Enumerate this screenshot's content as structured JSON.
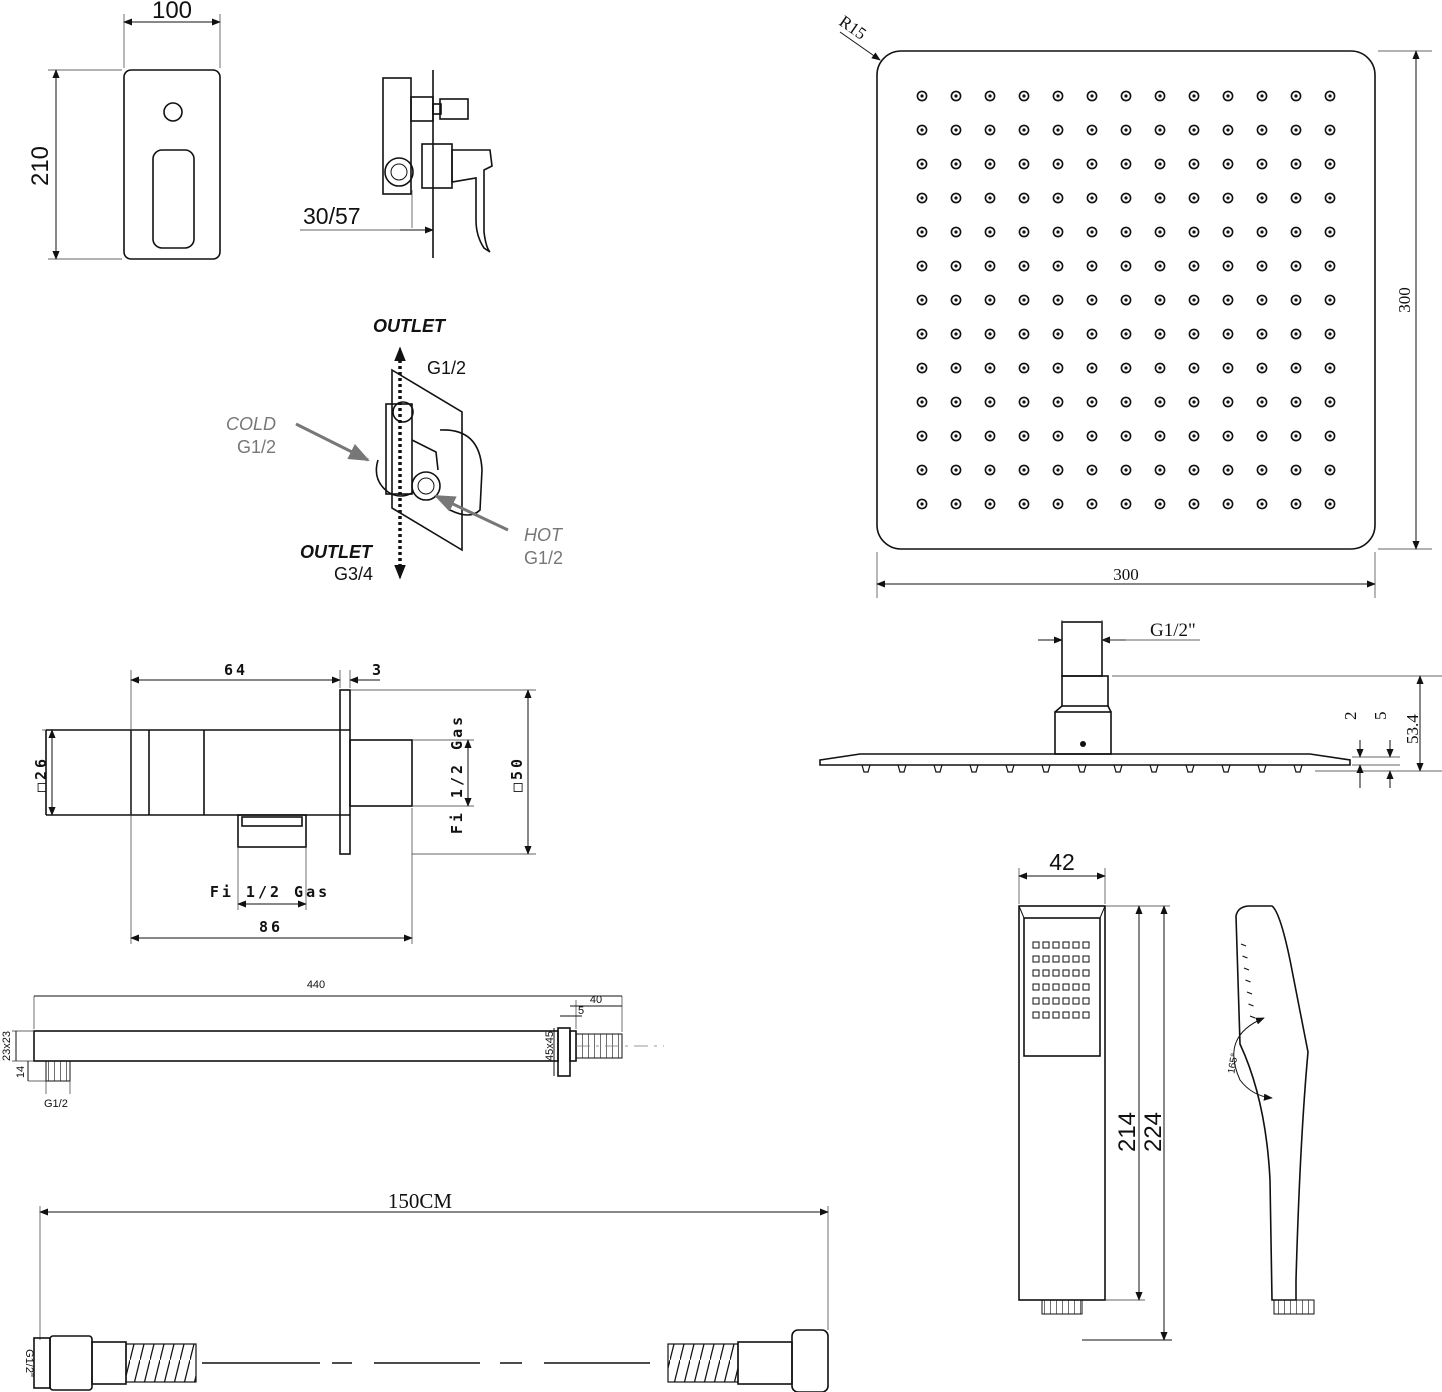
{
  "mixer_front": {
    "width": "100",
    "height": "210"
  },
  "mixer_side": {
    "depth": "30/57"
  },
  "valve": {
    "outlet_top": "OUTLET",
    "outlet_top_thread": "G1/2",
    "cold": "COLD",
    "cold_thread": "G1/2",
    "hot": "HOT",
    "hot_thread": "G1/2",
    "outlet_bottom": "OUTLET",
    "outlet_bottom_thread": "G3/4"
  },
  "head_top": {
    "radius": "R15",
    "width": "300",
    "height": "300"
  },
  "head_side": {
    "thread": "G1/2\"",
    "dim_a": "2",
    "dim_b": "5",
    "dim_c": "53.4"
  },
  "wall_outlet": {
    "len_64": "64",
    "len_3": "3",
    "sq26": "□26",
    "sq50": "□50",
    "thread_right": "Fi 1/2 Gas",
    "thread_bottom": "Fi 1/2 Gas",
    "len_86": "86"
  },
  "arm": {
    "length": "440",
    "flange": "40",
    "flange_t": "5",
    "section": "23x23",
    "flange_sq": "45x45",
    "nipple": "14",
    "thread": "G1/2"
  },
  "hose": {
    "length": "150CM",
    "thread": "G1/2\""
  },
  "hand_shower": {
    "width": "42",
    "len_a": "214",
    "len_b": "224",
    "angle": "165°"
  }
}
